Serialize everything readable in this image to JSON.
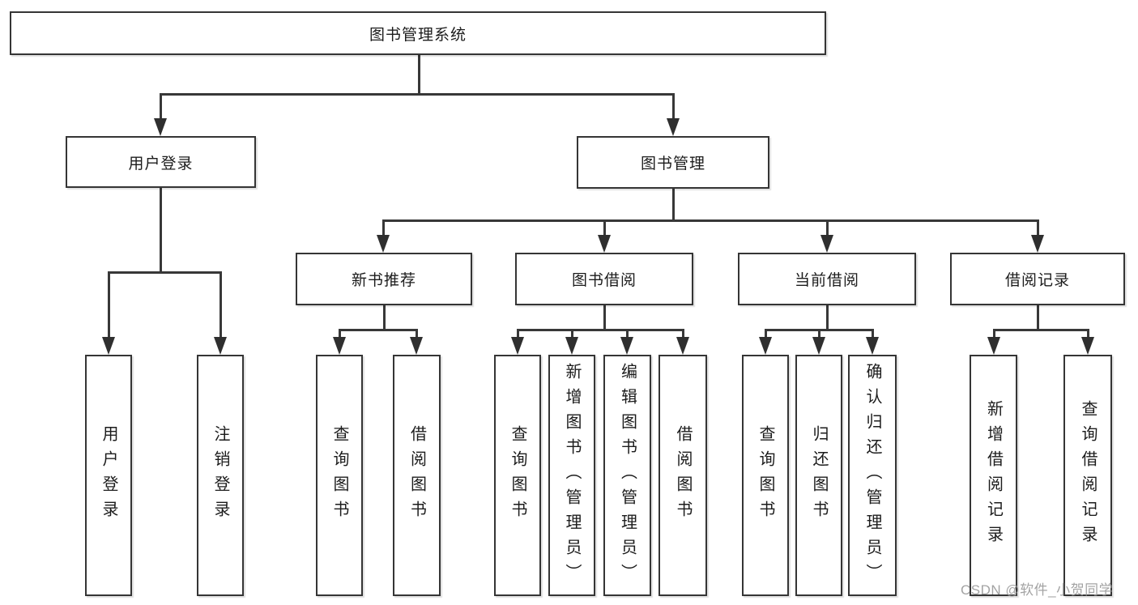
{
  "root": {
    "label": "图书管理系统"
  },
  "branches": {
    "user_login": {
      "label": "用户登录",
      "children": [
        {
          "label": "用户登录"
        },
        {
          "label": "注销登录"
        }
      ]
    },
    "book_mgmt": {
      "label": "图书管理",
      "sections": [
        {
          "label": "新书推荐",
          "children": [
            {
              "label": "查询图书"
            },
            {
              "label": "借阅图书"
            }
          ]
        },
        {
          "label": "图书借阅",
          "children": [
            {
              "label": "查询图书"
            },
            {
              "label": "新增图书（管理员）"
            },
            {
              "label": "编辑图书（管理员）"
            },
            {
              "label": "借阅图书"
            }
          ]
        },
        {
          "label": "当前借阅",
          "children": [
            {
              "label": "查询图书"
            },
            {
              "label": "归还图书"
            },
            {
              "label": "确认归还（管理员）"
            }
          ]
        },
        {
          "label": "借阅记录",
          "children": [
            {
              "label": "新增借阅记录"
            },
            {
              "label": "查询借阅记录"
            }
          ]
        }
      ]
    }
  },
  "watermark": {
    "text": "CSDN @软件_小贺同学"
  },
  "colors": {
    "line": "#383838",
    "border": "#353535",
    "text": "#1c1c1c",
    "background": "#ffffff",
    "watermark": "#9c9c9c"
  }
}
